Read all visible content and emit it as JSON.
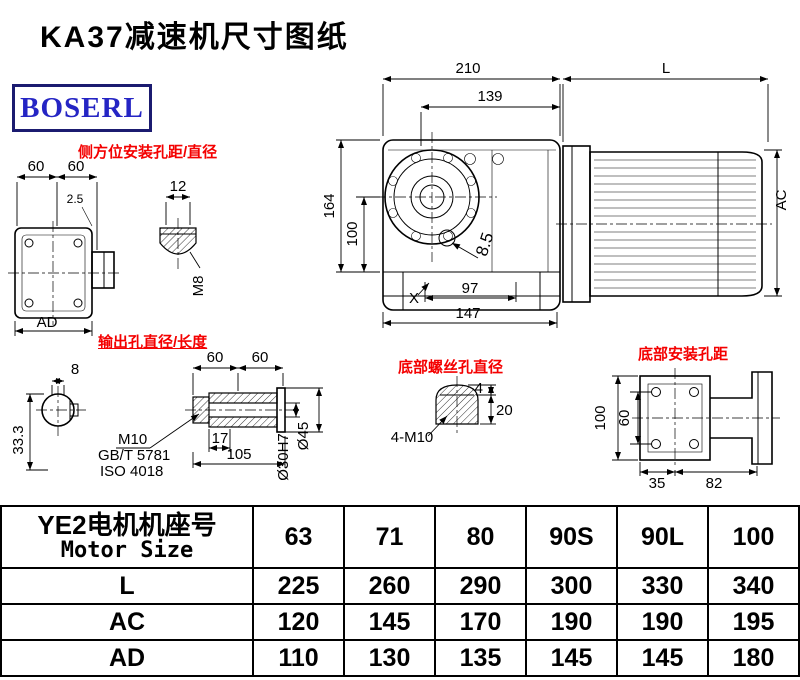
{
  "page": {
    "title": "KA37减速机尺寸图纸",
    "brand": "BOSERL",
    "accent_red": "#f40000",
    "brand_blue": "#2525c4",
    "line_color": "#000000",
    "background": "#ffffff"
  },
  "annotations": {
    "side_mount": "侧方位安装孔距/直径",
    "output_hole": "输出孔直径/长度",
    "bottom_screw": "底部螺丝孔直径",
    "bottom_mount": "底部安装孔距"
  },
  "dims": {
    "front_width": "210",
    "front_flange_width": "139",
    "front_height": "164",
    "front_lower_height": "100",
    "front_foot_span": "97",
    "front_base_width": "147",
    "front_hole_dia": "8.5",
    "front_x_mark": "X",
    "motor_length": "L",
    "motor_height": "AC",
    "side_spacing_a": "60",
    "side_spacing_b": "60",
    "side_offset": "2.5",
    "side_plug_dia": "12",
    "side_thread": "M8",
    "side_width": "AD",
    "key_width": "8",
    "key_depth": "33.3",
    "output_len_a": "60",
    "output_len_b": "60",
    "output_thread": "M10",
    "output_std_gb": "GB/T 5781",
    "output_std_iso": "ISO 4018",
    "output_step_len": "17",
    "output_total_len": "105",
    "output_bore": "Ø30H7",
    "output_dia": "Ø45",
    "bolt_label": "4-M10",
    "bolt_depth_4": "4",
    "bolt_depth_20": "20",
    "base_height": "100",
    "base_hole_spacing": "60",
    "base_off": "35",
    "base_span": "82"
  },
  "table": {
    "header_col": {
      "line1": "YE2电机机座号",
      "line2": "Motor Size"
    },
    "columns": [
      "63",
      "71",
      "80",
      "90S",
      "90L",
      "100"
    ],
    "rows": [
      {
        "label": "L",
        "values": [
          "225",
          "260",
          "290",
          "300",
          "330",
          "340"
        ]
      },
      {
        "label": "AC",
        "values": [
          "120",
          "145",
          "170",
          "190",
          "190",
          "195"
        ]
      },
      {
        "label": "AD",
        "values": [
          "110",
          "130",
          "135",
          "145",
          "145",
          "180"
        ]
      }
    ]
  }
}
